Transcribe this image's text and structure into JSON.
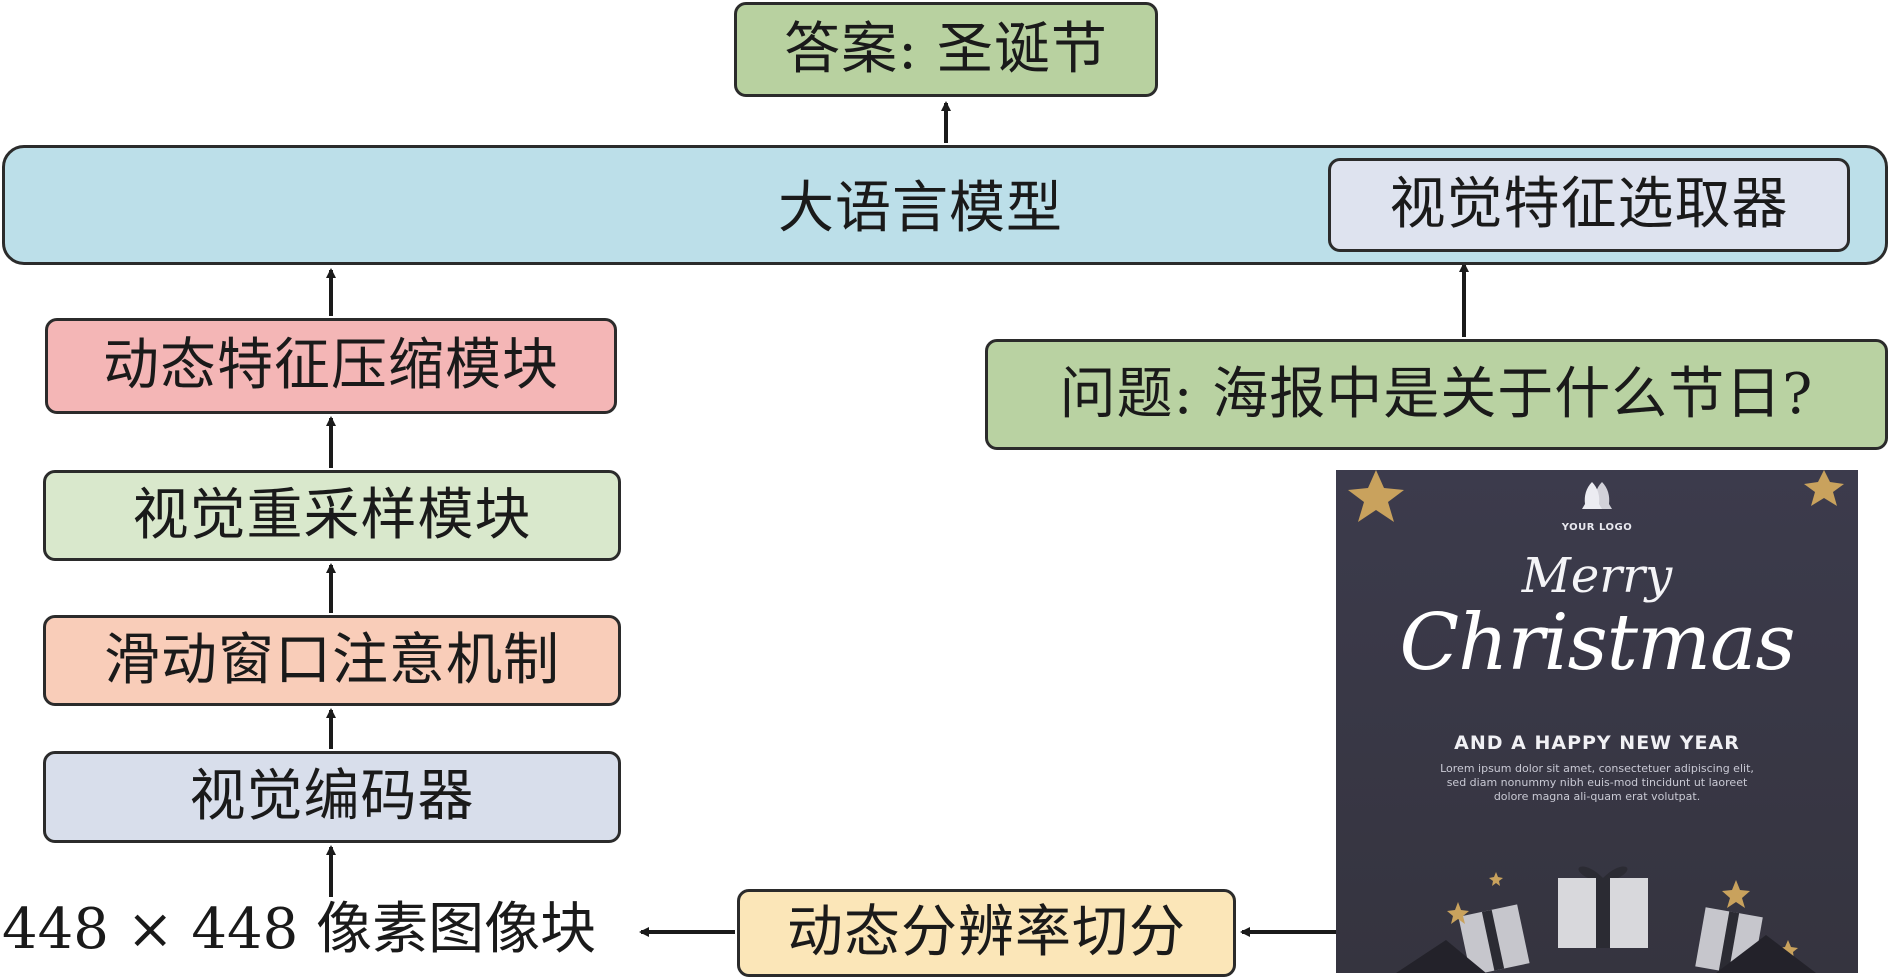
{
  "colors": {
    "answer_fill": "#b8d1a0",
    "llm_fill": "#bcdfe9",
    "selector_fill": "#dee3ef",
    "compress_fill": "#f4b6b6",
    "resample_fill": "#d9e8cc",
    "window_fill": "#f9cdb9",
    "encoder_fill": "#d8deeb",
    "question_fill": "#b9d2a2",
    "split_fill": "#fbe6b8",
    "poster_bg": "#3a3947"
  },
  "nodes": {
    "answer": "答案: 圣诞节",
    "llm": "大语言模型",
    "selector": "视觉特征选取器",
    "compress": "动态特征压缩模块",
    "resample": "视觉重采样模块",
    "window_attention": "滑动窗口注意机制",
    "encoder": "视觉编码器",
    "question": "问题: 海报中是关于什么节日?",
    "dynamic_split": "动态分辨率切分",
    "patches": "448 × 448 像素图像块"
  },
  "poster": {
    "logo": "YOUR LOGO",
    "merry": "Merry",
    "christmas": "Christmas",
    "subtitle": "AND A HAPPY NEW YEAR",
    "body": "Lorem ipsum dolor sit amet, consectetuer adipiscing elit, sed diam nonummy nibh euis-mod tincidunt ut laoreet dolore magna ali-quam erat volutpat."
  }
}
